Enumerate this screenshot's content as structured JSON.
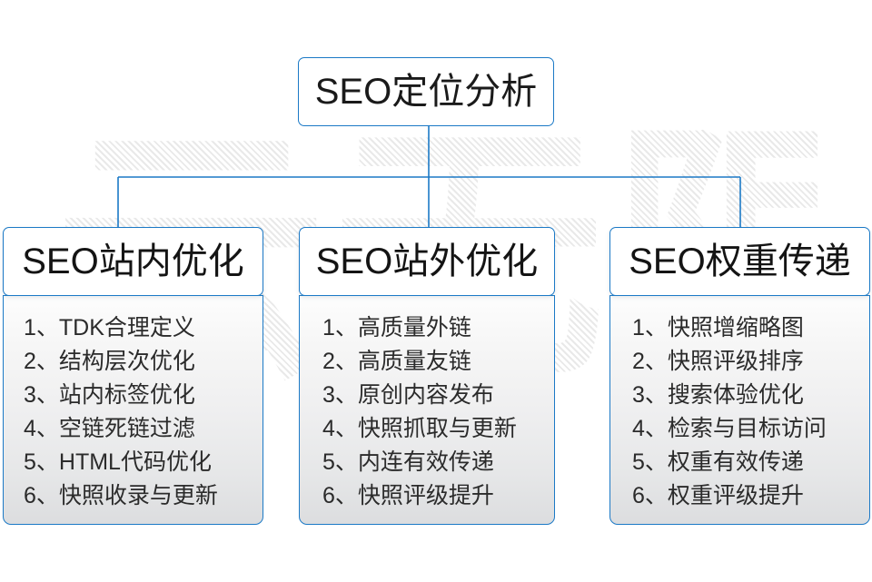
{
  "diagram": {
    "root": {
      "label": "SEO定位分析"
    },
    "watermark": {
      "text": "云无限"
    },
    "colors": {
      "border_blue": "#1b79c6",
      "text_dark": "#1a1a1a",
      "body_gradient_top": "#fdfdfd",
      "body_gradient_bottom": "#dcdddf",
      "watermark_gray": "#e9e9e9"
    },
    "columns": [
      {
        "header": "SEO站内优化",
        "items": [
          "1、TDK合理定义",
          "2、结构层次优化",
          "3、站内标签优化",
          "4、空链死链过滤",
          "5、HTML代码优化",
          "6、快照收录与更新"
        ]
      },
      {
        "header": "SEO站外优化",
        "items": [
          "1、高质量外链",
          "2、高质量友链",
          "3、原创内容发布",
          "4、快照抓取与更新",
          "5、内连有效传递",
          "6、快照评级提升"
        ]
      },
      {
        "header": "SEO权重传递",
        "items": [
          "1、快照增缩略图",
          "2、快照评级排序",
          "3、搜索体验优化",
          "4、检索与目标访问",
          "5、权重有效传递",
          "6、权重评级提升"
        ]
      }
    ]
  }
}
